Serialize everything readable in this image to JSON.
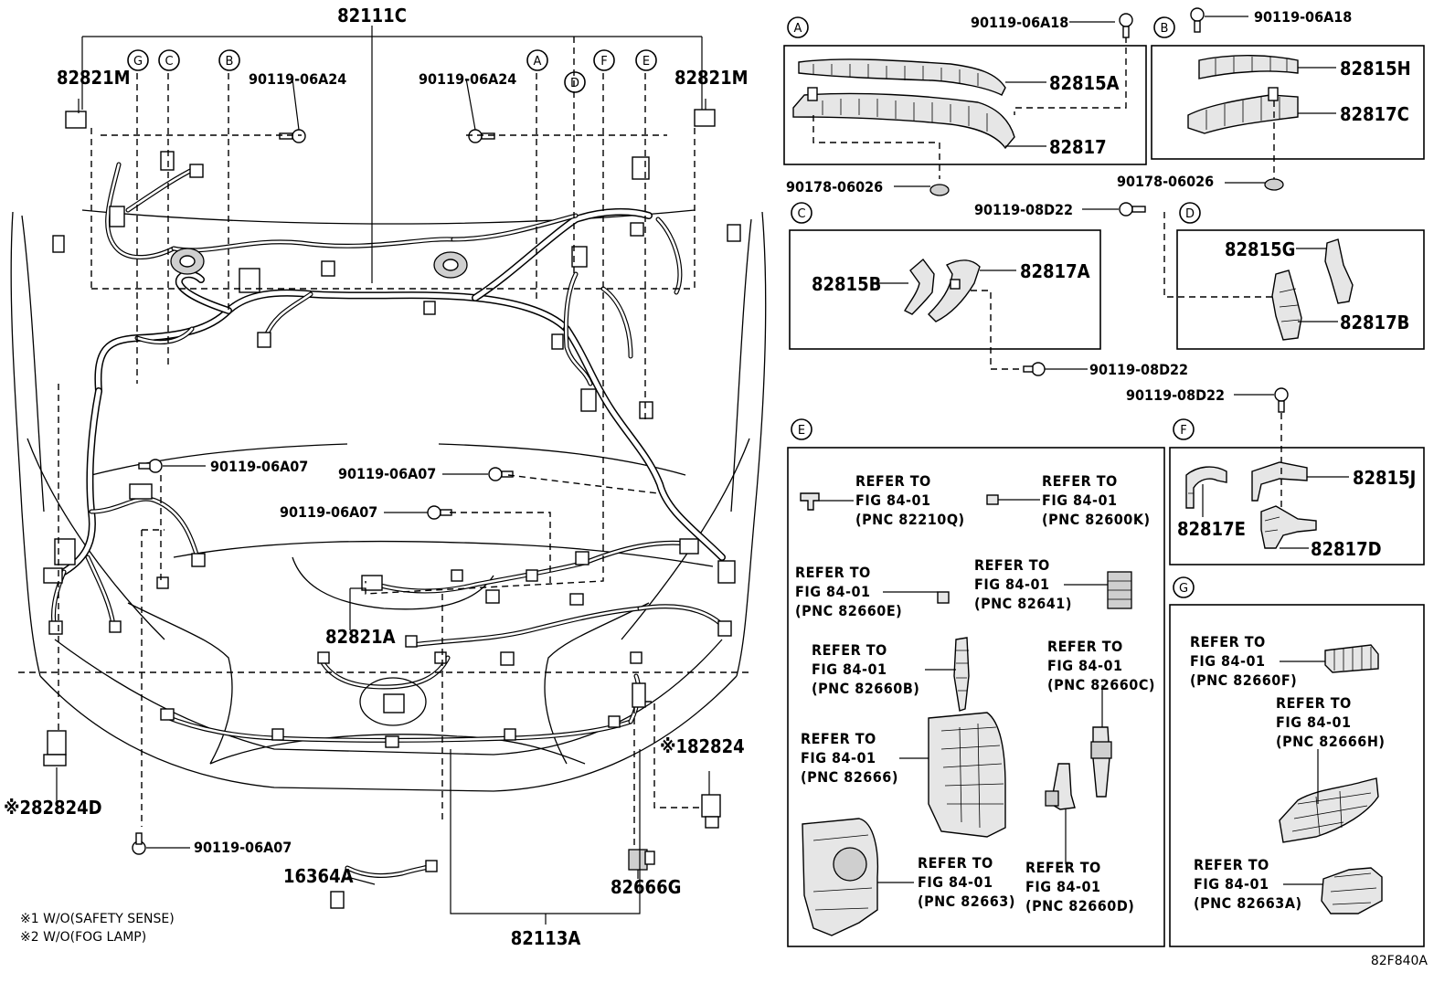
{
  "diagram": {
    "drawing_code": "82F840A",
    "main_labels": {
      "harness_main": "82111C",
      "grommet_left": "82821M",
      "grommet_right": "82821M",
      "connector_center": "82821A",
      "front_harness": "82113A",
      "sensor_wire": "16364A",
      "relay": "82666G",
      "bracket_right": "※182824",
      "bracket_left": "※282824D"
    },
    "bolt_labels": {
      "bolt_top_left": "90119-06A24",
      "bolt_top_center": "90119-06A24",
      "bolt_mid_left": "90119-06A07",
      "bolt_mid_center": "90119-06A07",
      "bolt_mid_center_low": "90119-06A07",
      "bolt_bottom_left": "90119-06A07"
    },
    "callouts": [
      "A",
      "B",
      "C",
      "D",
      "E",
      "F",
      "G"
    ],
    "callouts_top": [
      "G",
      "C",
      "B",
      "A",
      "D",
      "F",
      "E"
    ],
    "detail_A": {
      "letter": "A",
      "bolt": "90119-06A18",
      "clip": "90178-06026",
      "parts": [
        "82815A",
        "82817"
      ]
    },
    "detail_B": {
      "letter": "B",
      "bolt": "90119-06A18",
      "clip": "90178-06026",
      "parts": [
        "82815H",
        "82817C"
      ]
    },
    "detail_C": {
      "letter": "C",
      "bolt_top": "90119-08D22",
      "bolt_bottom": "90119-08D22",
      "parts": [
        "82815B",
        "82817A"
      ]
    },
    "detail_D": {
      "letter": "D",
      "parts": [
        "82815G",
        "82817B"
      ]
    },
    "detail_E": {
      "letter": "E",
      "refs": [
        {
          "line1": "REFER TO",
          "line2": "FIG 84-01",
          "line3": "(PNC 82210Q)"
        },
        {
          "line1": "REFER TO",
          "line2": "FIG 84-01",
          "line3": "(PNC 82600K)"
        },
        {
          "line1": "REFER TO",
          "line2": "FIG 84-01",
          "line3": "(PNC 82660E)"
        },
        {
          "line1": "REFER TO",
          "line2": "FIG 84-01",
          "line3": "(PNC 82641)"
        },
        {
          "line1": "REFER TO",
          "line2": "FIG 84-01",
          "line3": "(PNC 82660B)"
        },
        {
          "line1": "REFER TO",
          "line2": "FIG 84-01",
          "line3": "(PNC 82660C)"
        },
        {
          "line1": "REFER TO",
          "line2": "FIG 84-01",
          "line3": "(PNC 82666)"
        },
        {
          "line1": "REFER TO",
          "line2": "FIG 84-01",
          "line3": "(PNC 82663)"
        },
        {
          "line1": "REFER TO",
          "line2": "FIG 84-01",
          "line3": "(PNC 82660D)"
        }
      ]
    },
    "detail_F": {
      "letter": "F",
      "bolt": "90119-08D22",
      "parts": [
        "82815J",
        "82817E",
        "82817D"
      ]
    },
    "detail_G": {
      "letter": "G",
      "refs": [
        {
          "line1": "REFER TO",
          "line2": "FIG 84-01",
          "line3": "(PNC 82660F)"
        },
        {
          "line1": "REFER TO",
          "line2": "FIG 84-01",
          "line3": "(PNC 82666H)"
        },
        {
          "line1": "REFER TO",
          "line2": "FIG 84-01",
          "line3": "(PNC 82663A)"
        }
      ]
    },
    "notes": [
      "※1 W/O(SAFETY SENSE)",
      "※2 W/O(FOG LAMP)"
    ]
  }
}
